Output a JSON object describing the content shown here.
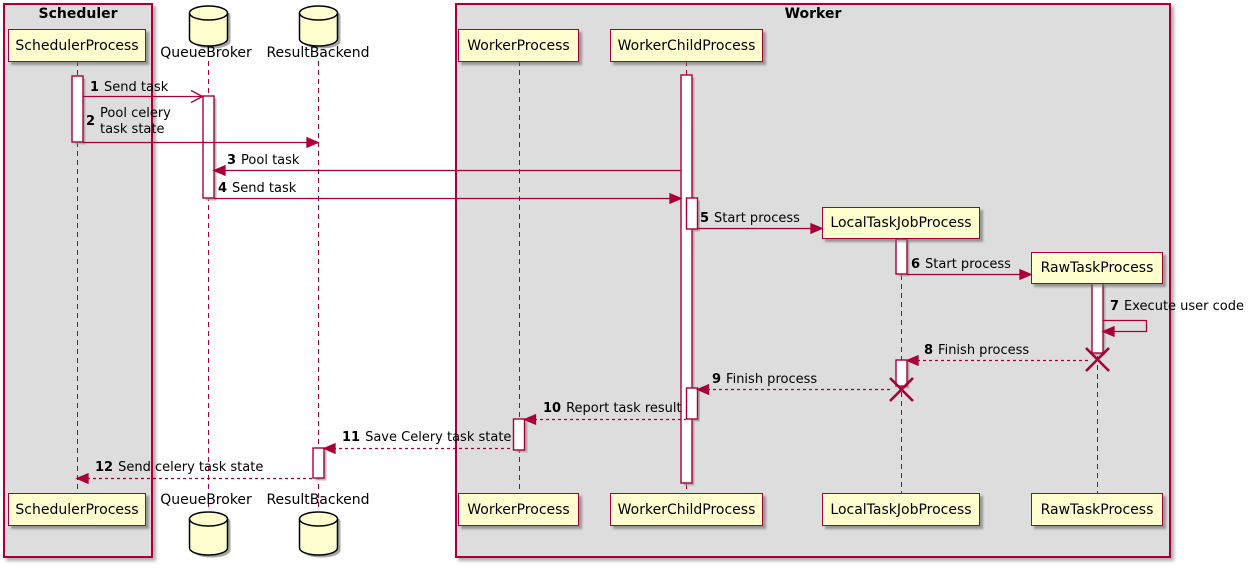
{
  "frames": {
    "scheduler": "Scheduler",
    "worker": "Worker"
  },
  "participants": {
    "scheduler_process": "SchedulerProcess",
    "queue_broker": "QueueBroker",
    "result_backend": "ResultBackend",
    "worker_process": "WorkerProcess",
    "worker_child_process": "WorkerChildProcess",
    "local_task_job_process": "LocalTaskJobProcess",
    "raw_task_process": "RawTaskProcess"
  },
  "messages": [
    {
      "num": "1",
      "text": "Send task"
    },
    {
      "num": "2",
      "text": "Pool celery\ntask state"
    },
    {
      "num": "3",
      "text": "Pool task"
    },
    {
      "num": "4",
      "text": "Send task"
    },
    {
      "num": "5",
      "text": "Start process"
    },
    {
      "num": "6",
      "text": "Start process"
    },
    {
      "num": "7",
      "text": "Execute user code"
    },
    {
      "num": "8",
      "text": "Finish process"
    },
    {
      "num": "9",
      "text": "Finish process"
    },
    {
      "num": "10",
      "text": "Report task result"
    },
    {
      "num": "11",
      "text": "Save Celery task state"
    },
    {
      "num": "12",
      "text": "Send celery task state"
    }
  ],
  "colors": {
    "line": "#A80036",
    "participant_fill": "#FEFECE",
    "frame_fill": "#DDDDDD",
    "text": "#000000"
  }
}
